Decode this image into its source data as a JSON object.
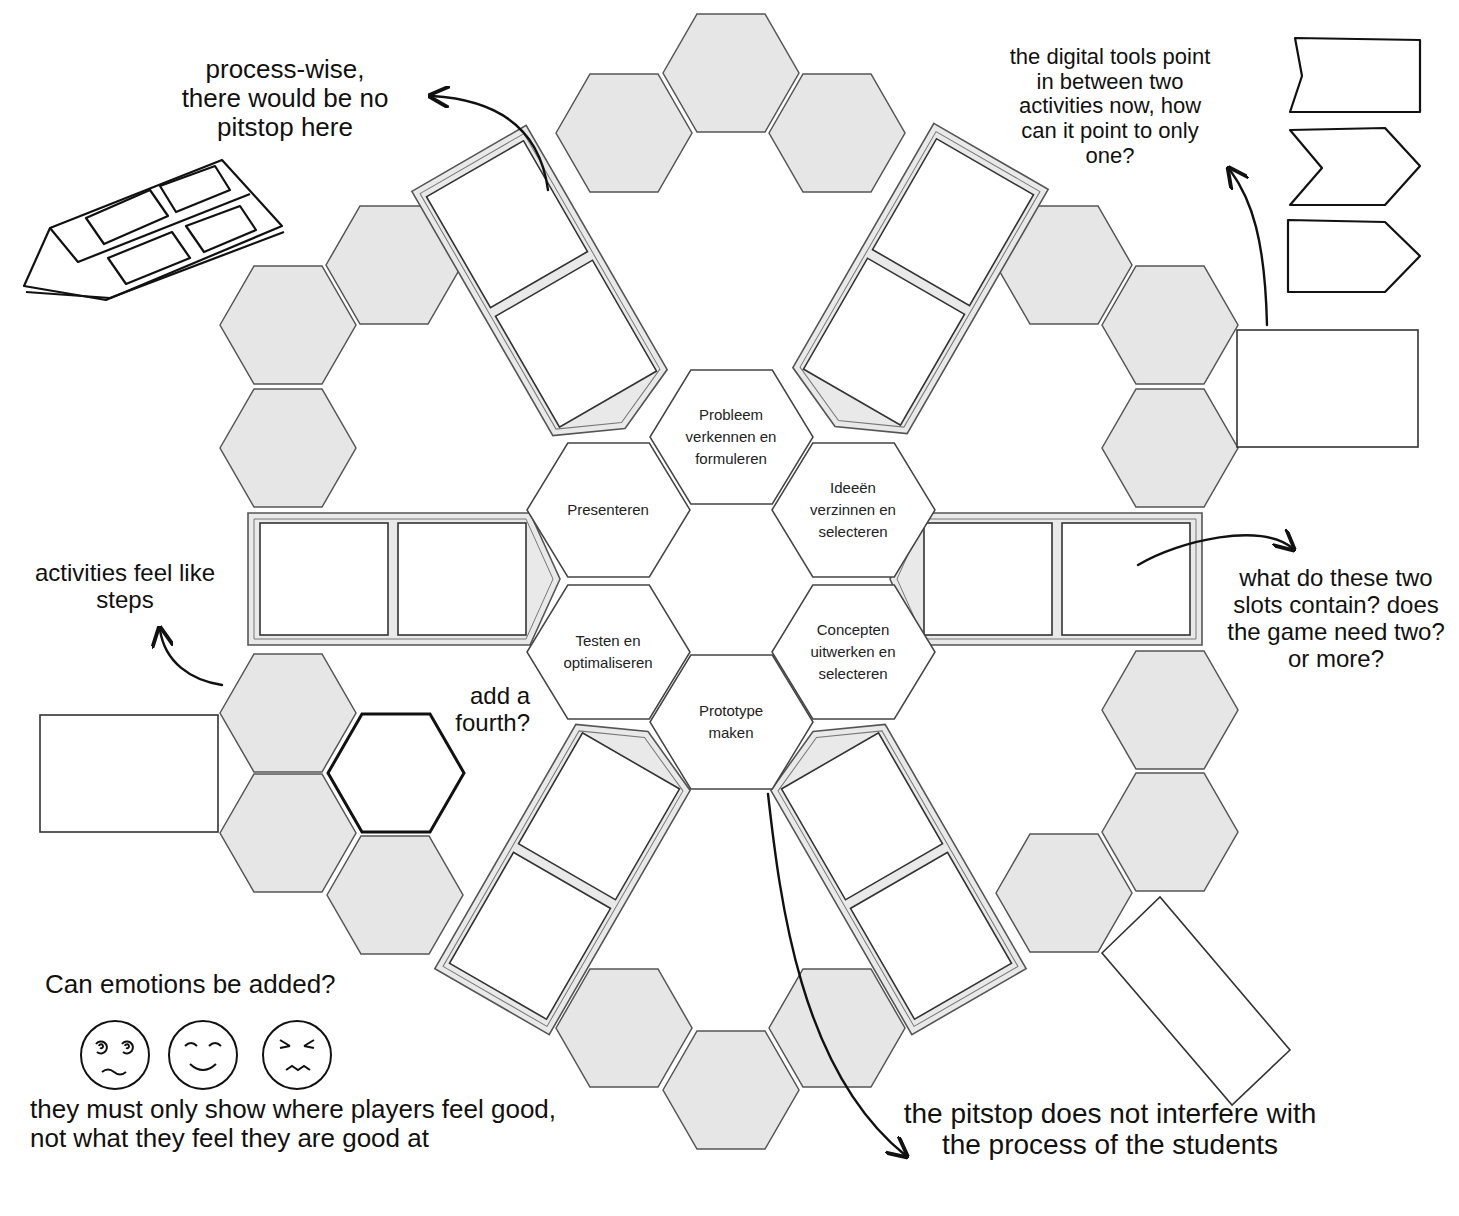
{
  "diagram": {
    "nodes": [
      {
        "text": [
          "Probleem verkennen en formuleren"
        ]
      },
      {
        "text": [
          "Presenteren"
        ]
      },
      {
        "text": [
          "Ideeën verzinnen en selecteren"
        ]
      },
      {
        "text": [
          "Testen en optimaliseren"
        ]
      },
      {
        "text": [
          "Concepten uitwerken en selecteren"
        ]
      },
      {
        "text": [
          "Prototype maken"
        ]
      }
    ],
    "labels": [
      "process-wise, there would be no pitstop here",
      "the digital tools point in between two activities now, how can it point to only one?",
      "what do these two slots contain? does the game need two? or more?",
      "activities feel like steps",
      "add a fourth?",
      "Can emotions be added?",
      "they must only show where players feel good, not what they feel they are good at",
      "the pitstop does not interfere with the process of the students"
    ]
  }
}
